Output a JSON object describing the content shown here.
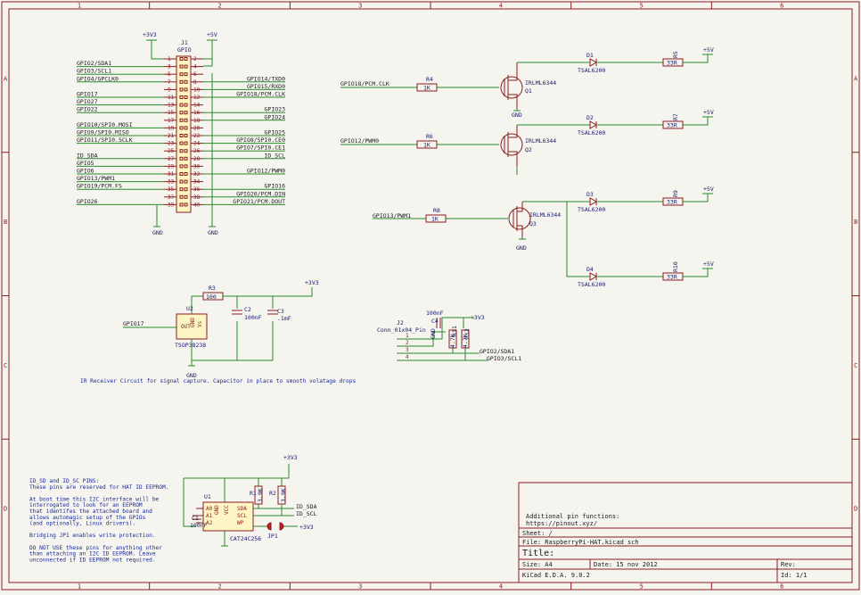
{
  "frame": {
    "col_numbers": [
      "1",
      "2",
      "3",
      "4",
      "5",
      "6"
    ],
    "row_letters": [
      "A",
      "B",
      "C",
      "D"
    ]
  },
  "gpio_header": {
    "ref": "J1",
    "value": "GPIO",
    "power_top_left": "+3V3",
    "power_top_right": "+5V",
    "gnd_left": "GND",
    "gnd_right": "GND",
    "left_labels": [
      "GPIO2/SDA1",
      "GPIO3/SCL1",
      "GPIO4/GPCLK0",
      "GPIO17",
      "GPIO27",
      "GPIO22",
      "GPIO10/SPI0.MOSI",
      "GPIO9/SPI0.MISO",
      "GPIO11/SPI0.SCLK",
      "ID_SDA",
      "GPIO5",
      "GPIO6",
      "GPIO13/PWM1",
      "GPIO19/PCM.FS",
      "GPIO26"
    ],
    "right_labels": [
      "GPIO14/TXD0",
      "GPIO15/RXD0",
      "GPIO18/PCM.CLK",
      "GPIO23",
      "GPIO24",
      "GPIO25",
      "GPIO8/SPI0.CE0",
      "GPIO7/SPI0.CE1",
      "ID_SCL",
      "GPIO12/PWM0",
      "GPIO16",
      "GPIO20/PCM.DIN",
      "GPIO21/PCM.DOUT"
    ],
    "pin_numbers_left": [
      "1",
      "3",
      "5",
      "7",
      "9",
      "11",
      "13",
      "15",
      "17",
      "19",
      "21",
      "23",
      "25",
      "27",
      "29",
      "31",
      "33",
      "35",
      "37",
      "39"
    ],
    "pin_numbers_right": [
      "2",
      "4",
      "6",
      "8",
      "10",
      "12",
      "14",
      "16",
      "18",
      "20",
      "22",
      "24",
      "26",
      "28",
      "30",
      "32",
      "34",
      "36",
      "38",
      "40"
    ]
  },
  "led_drivers": {
    "q1": {
      "ref": "Q1",
      "value": "IRLML6344",
      "gate_label": "GPIO18/PCM.CLK",
      "res_ref": "R4",
      "res_val": "1K",
      "gnd": "GND"
    },
    "q2": {
      "ref": "Q2",
      "value": "IRLML6344",
      "gate_label": "GPIO12/PWM0",
      "res_ref": "R6",
      "res_val": "1K"
    },
    "q3": {
      "ref": "Q3",
      "value": "IRLML6344",
      "gate_label": "GPIO13/PWM1",
      "res_ref": "R8",
      "res_val": "1K",
      "gnd": "GND"
    },
    "leds": [
      {
        "ref": "D1",
        "value": "TSAL6200",
        "res_ref": "R5",
        "res_val": "33R",
        "supply": "+5V"
      },
      {
        "ref": "D2",
        "value": "TSAL6200",
        "res_ref": "R7",
        "res_val": "33R",
        "supply": "+5V"
      },
      {
        "ref": "D3",
        "value": "TSAL6200",
        "res_ref": "R9",
        "res_val": "33R",
        "supply": "+5V"
      },
      {
        "ref": "D4",
        "value": "TSAL6200",
        "res_ref": "R10",
        "res_val": "33R",
        "supply": "+5V"
      }
    ]
  },
  "ir_receiver": {
    "res_ref": "R3",
    "res_val": "100",
    "supply": "+3V3",
    "ic_ref": "U2",
    "ic_value": "TSOP38238",
    "ic_pin_out": "OUT",
    "ic_pin_gnd": "GND",
    "ic_pin_vs": "Vs",
    "c2_ref": "C2",
    "c2_val": "100nF",
    "c3_ref": "C3",
    "c3_val": ".1mF",
    "signal": "GPIO17",
    "gnd": "GND",
    "note": "IR Receiver Circuit for signal capture. Capacitor in place to smooth volatage drops"
  },
  "i2c_conn": {
    "ref": "J2",
    "value": "Conn_01x04_Pin",
    "cap_ref": "C4",
    "cap_val": "100nF",
    "supply": "+3V3",
    "gnd": "GND",
    "r11": "R11",
    "r12": "R12",
    "r11_val": "4.7K",
    "r12_val": "4.7K",
    "sda": "GPIO2/SDA1",
    "scl": "GPIO3/SCL1",
    "pins": [
      "1",
      "2",
      "3",
      "4"
    ]
  },
  "eeprom": {
    "ref": "U1",
    "value": "CAT24C256",
    "pins_left": [
      "A0",
      "A1",
      "A2"
    ],
    "pins_right": [
      "SDA",
      "SCL",
      "WP"
    ],
    "pin_top": "VCC",
    "pin_bot": "GND",
    "c1_ref": "C1",
    "c1_val": "100nF",
    "r1": "R1",
    "r2": "R2",
    "r1_val": "3.9K",
    "r2_val": "3.9K",
    "supply_top": "+3V3",
    "supply_wp": "+3V3",
    "jp": "JP1",
    "sda": "ID_SDA",
    "scl": "ID_SCL"
  },
  "notes": {
    "id_pins": [
      "ID_SD and ID_SC PINS:",
      "These pins are reserved for HAT ID EEPROM.",
      "",
      "At boot time this I2C interface will be",
      "interrogated to look for an EEPROM",
      "that identifes the attached board and",
      "allows automagic setup of the GPIOs",
      "(and optionally, Linux drivers).",
      "",
      "Bridging JP1 enables write protection.",
      "",
      "DO NOT USE these pins for anything other",
      "than attaching an I2C ID EEPROM. Leave",
      "unconnected if ID EEPROM not required."
    ],
    "additional": "Additional pin functions:",
    "url": "https://pinout.xyz/"
  },
  "title_block": {
    "sheet_label": "Sheet: /",
    "file_label": "File: RaspberryPi-HAT.kicad_sch",
    "title_label": "Title:",
    "size_label": "Size: A4",
    "date_label": "Date: 15 nov 2012",
    "rev_label": "Rev:",
    "tool_label": "KiCad E.D.A.  9.0.2",
    "id_label": "Id: 1/1"
  },
  "colors": {
    "wire": "#2c8a2c",
    "component": "#8a1c1c",
    "body": "#fdf6c4",
    "paper": "#f5f4ef",
    "note": "#1a2a9a"
  }
}
